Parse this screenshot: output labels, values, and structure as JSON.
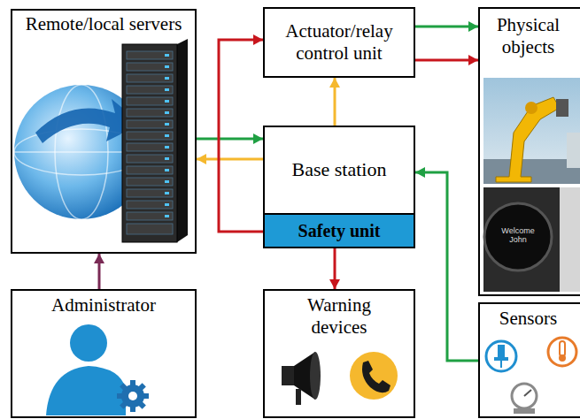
{
  "diagram": {
    "nodes": [
      {
        "text": [
          "Remote/local servers"
        ]
      },
      {
        "text": [
          "Actuator/relay control unit"
        ]
      },
      {
        "text": [
          "Physical objects"
        ]
      },
      {
        "text": [
          "Base station"
        ]
      },
      {
        "text": [
          "Safety unit"
        ],
        "in": 3
      },
      {
        "text": [
          "Administrator"
        ]
      },
      {
        "text": [
          "Warning devices"
        ]
      },
      {
        "text": [
          "Sensors"
        ]
      }
    ],
    "edges": [
      {
        "from": 0,
        "to": 3,
        "arrow": "to"
      },
      {
        "from": 3,
        "to": 0,
        "arrow": "to"
      },
      {
        "from": 4,
        "to": 1,
        "arrow": "to"
      },
      {
        "from": 3,
        "to": 1,
        "arrow": "to"
      },
      {
        "from": 1,
        "to": 2,
        "arrow": "to"
      },
      {
        "from": 1,
        "to": 2,
        "arrow": "to"
      },
      {
        "from": 4,
        "to": 6,
        "arrow": "to"
      },
      {
        "from": 7,
        "to": 3,
        "arrow": "to"
      },
      {
        "from": 5,
        "to": 0,
        "arrow": "to"
      }
    ],
    "labels": [
      "Welcome John"
    ]
  }
}
